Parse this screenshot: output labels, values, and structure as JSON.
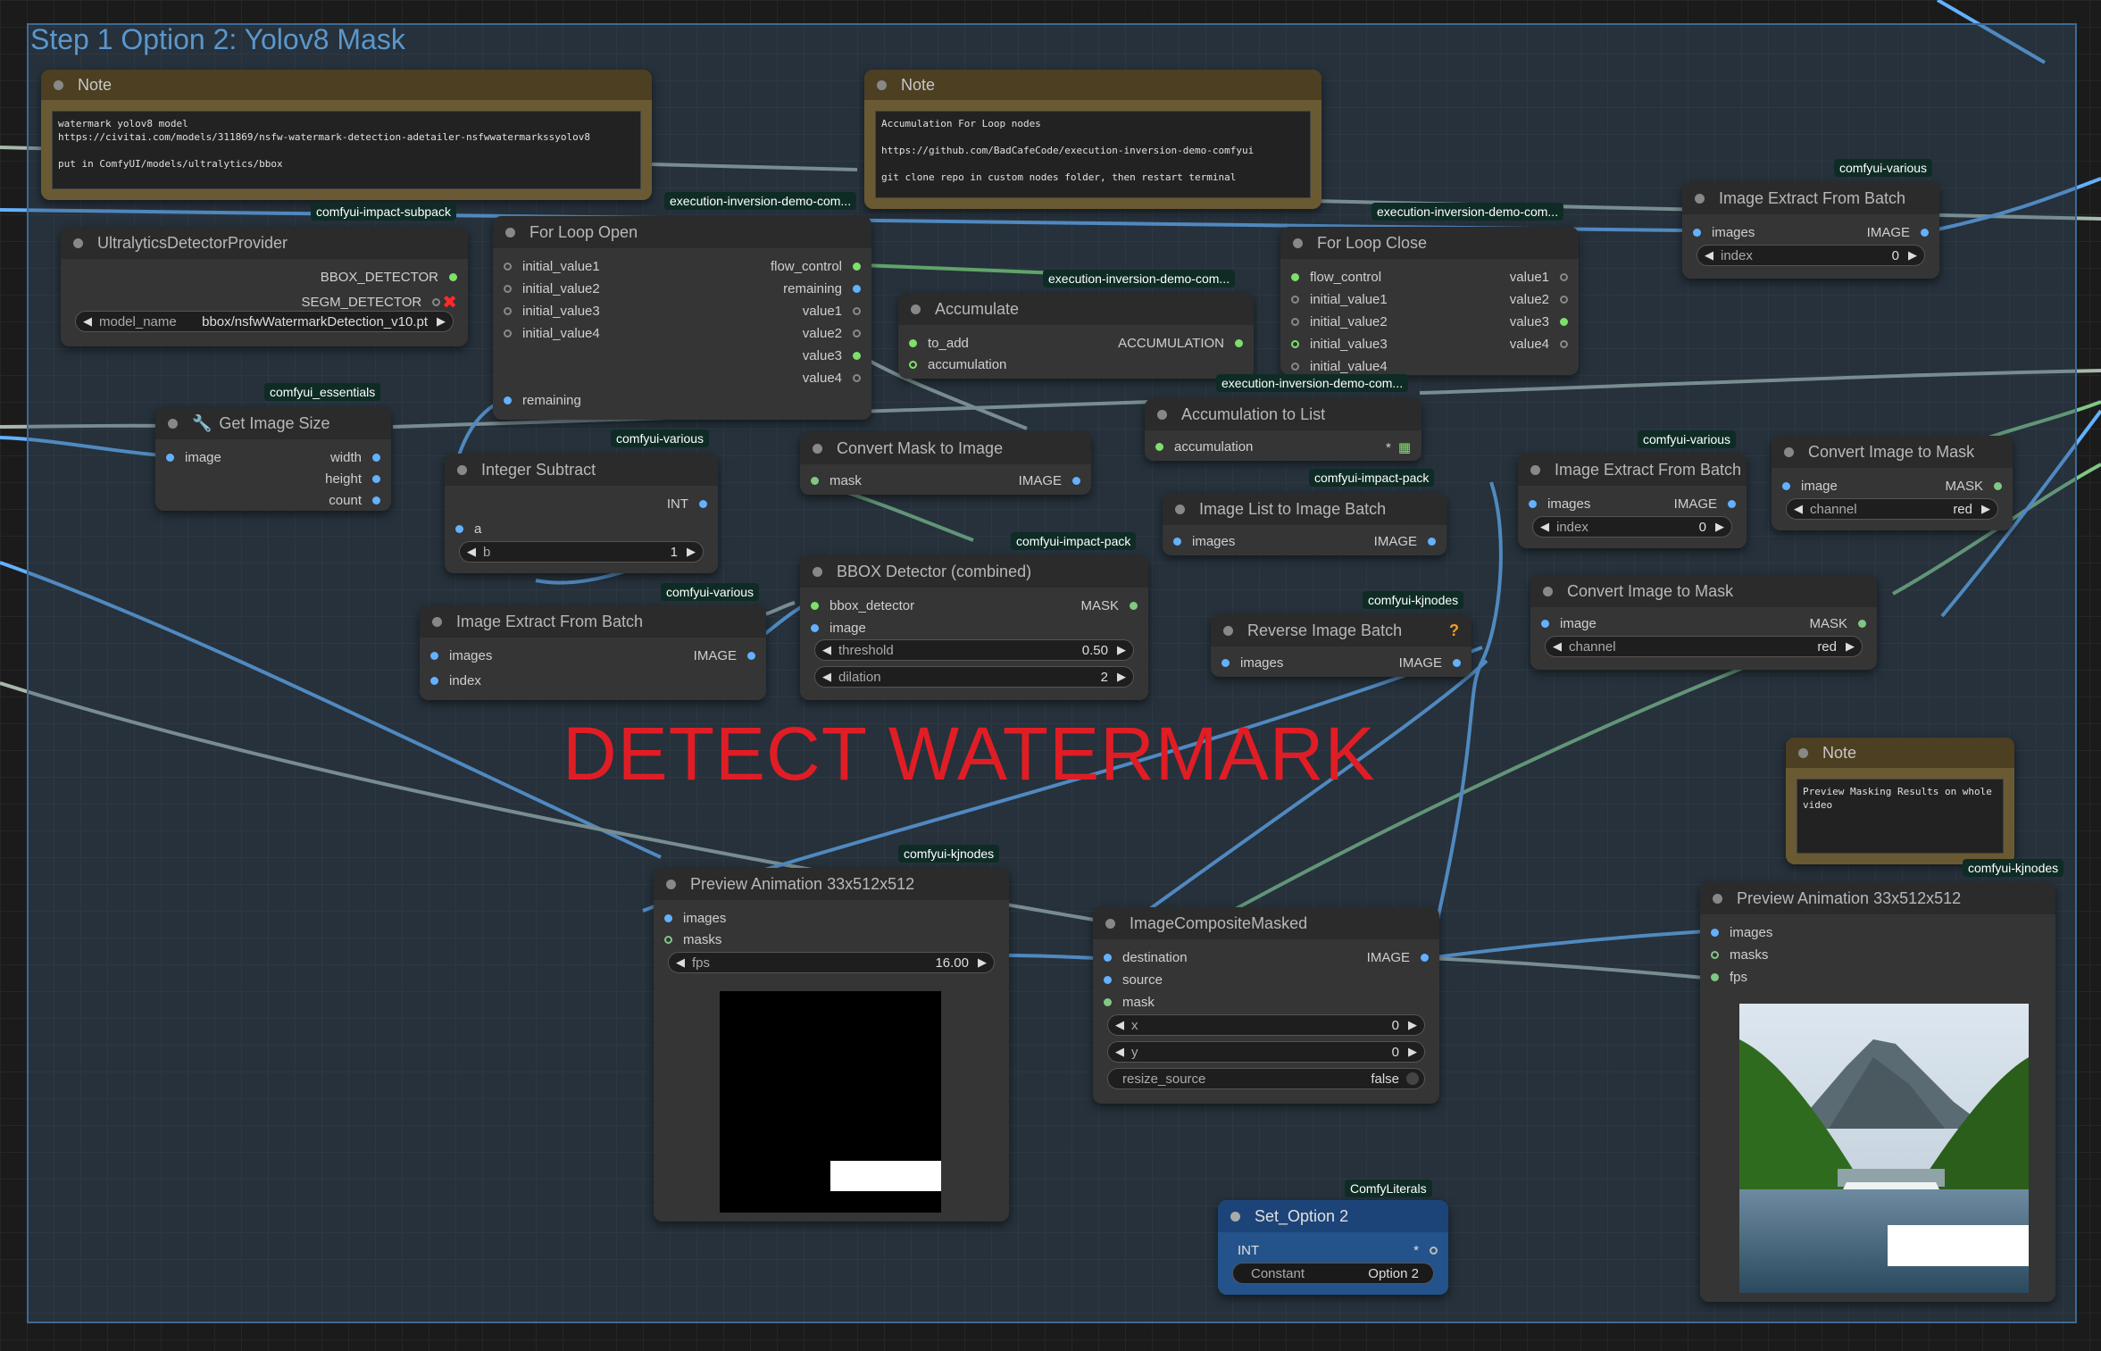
{
  "colors": {
    "image": "#63b1ff",
    "mask": "#81c784",
    "int": "#a5d6a7",
    "flow": "#7ee06a",
    "generic": "#9e9e9e",
    "group_border": "#3e6a94",
    "accent_red": "#e01d25"
  },
  "group": {
    "title": "Step 1 Option 2: Yolov8 Mask"
  },
  "banner": "DETECT WATERMARK",
  "notes": [
    {
      "title": "Note",
      "text": "watermark yolov8 model\nhttps://civitai.com/models/311869/nsfw-watermark-detection-adetailer-nsfwwatermarkssyolov8\n\nput in ComfyUI/models/ultralytics/bbox"
    },
    {
      "title": "Note",
      "text": "Accumulation For Loop nodes\n\nhttps://github.com/BadCafeCode/execution-inversion-demo-comfyui\n\ngit clone repo in custom nodes folder, then restart terminal"
    },
    {
      "title": "Note",
      "text": "Preview Masking Results on whole video"
    }
  ],
  "badges": {
    "impact_subpack": "comfyui-impact-subpack",
    "exec1": "execution-inversion-demo-com...",
    "exec2": "execution-inversion-demo-com...",
    "exec3": "execution-inversion-demo-com...",
    "exec4": "execution-inversion-demo-com...",
    "various1": "comfyui-various",
    "various2": "comfyui-various",
    "various3": "comfyui-various",
    "various4": "comfyui-various",
    "essentials": "comfyui_essentials",
    "impact1": "comfyui-impact-pack",
    "impact2": "comfyui-impact-pack",
    "kj1": "comfyui-kjnodes",
    "kj2": "comfyui-kjnodes",
    "kj3": "comfyui-kjnodes",
    "literals": "ComfyLiterals"
  },
  "nodes": {
    "ultra": {
      "title": "UltralyticsDetectorProvider",
      "out1": "BBOX_DETECTOR",
      "out2": "SEGM_DETECTOR",
      "w_label": "model_name",
      "w_value": "bbox/nsfwWatermarkDetection_v10.pt"
    },
    "forOpen": {
      "title": "For Loop Open",
      "in1": "initial_value1",
      "in2": "initial_value2",
      "in3": "initial_value3",
      "in4": "initial_value4",
      "in5": "remaining",
      "out1": "flow_control",
      "out2": "remaining",
      "out3": "value1",
      "out4": "value2",
      "out5": "value3",
      "out6": "value4"
    },
    "accumulate": {
      "title": "Accumulate",
      "in1": "to_add",
      "in2": "accumulation",
      "out1": "ACCUMULATION"
    },
    "forClose": {
      "title": "For Loop Close",
      "in1": "flow_control",
      "in2": "initial_value1",
      "in3": "initial_value2",
      "in4": "initial_value3",
      "in5": "initial_value4",
      "out1": "value1",
      "out2": "value2",
      "out3": "value3",
      "out4": "value4"
    },
    "extractTop": {
      "title": "Image Extract From Batch",
      "in1": "images",
      "out1": "IMAGE",
      "w_label": "index",
      "w_value": "0"
    },
    "getSize": {
      "title": "Get Image Size",
      "in1": "image",
      "out1": "width",
      "out2": "height",
      "out3": "count"
    },
    "intSub": {
      "title": "Integer Subtract",
      "out1": "INT",
      "in1": "a",
      "w_label": "b",
      "w_value": "1"
    },
    "convMask": {
      "title": "Convert Mask to Image",
      "in1": "mask",
      "out1": "IMAGE"
    },
    "accList": {
      "title": "Accumulation to List",
      "in1": "accumulation",
      "out1": "*"
    },
    "imgList": {
      "title": "Image List to Image Batch",
      "in1": "images",
      "out1": "IMAGE"
    },
    "extractMid": {
      "title": "Image Extract From Batch",
      "in1": "images",
      "out1": "IMAGE",
      "w_label": "index",
      "w_value": "0"
    },
    "convImgTop": {
      "title": "Convert Image to Mask",
      "in1": "image",
      "out1": "MASK",
      "w_label": "channel",
      "w_value": "red"
    },
    "extractLeft": {
      "title": "Image Extract From Batch",
      "in1": "images",
      "in2": "index",
      "out1": "IMAGE"
    },
    "bbox": {
      "title": "BBOX Detector (combined)",
      "in1": "bbox_detector",
      "in2": "image",
      "out1": "MASK",
      "w1_label": "threshold",
      "w1_value": "0.50",
      "w2_label": "dilation",
      "w2_value": "2"
    },
    "reverse": {
      "title": "Reverse Image Batch",
      "in1": "images",
      "out1": "IMAGE",
      "badge": "?"
    },
    "convImgMid": {
      "title": "Convert Image to Mask",
      "in1": "image",
      "out1": "MASK",
      "w_label": "channel",
      "w_value": "red"
    },
    "prevLeft": {
      "title": "Preview Animation 33x512x512",
      "in1": "images",
      "in2": "masks",
      "w_label": "fps",
      "w_value": "16.00"
    },
    "composite": {
      "title": "ImageCompositeMasked",
      "in1": "destination",
      "in2": "source",
      "in3": "mask",
      "out1": "IMAGE",
      "w1_label": "x",
      "w1_value": "0",
      "w2_label": "y",
      "w2_value": "0",
      "w3_label": "resize_source",
      "w3_value": "false"
    },
    "setOpt": {
      "title": "Set_Option 2",
      "in1": "INT",
      "out1": "*",
      "w_label": "Constant",
      "w_value": "Option 2"
    },
    "prevRight": {
      "title": "Preview Animation 33x512x512",
      "in1": "images",
      "in2": "masks",
      "in3": "fps"
    }
  }
}
